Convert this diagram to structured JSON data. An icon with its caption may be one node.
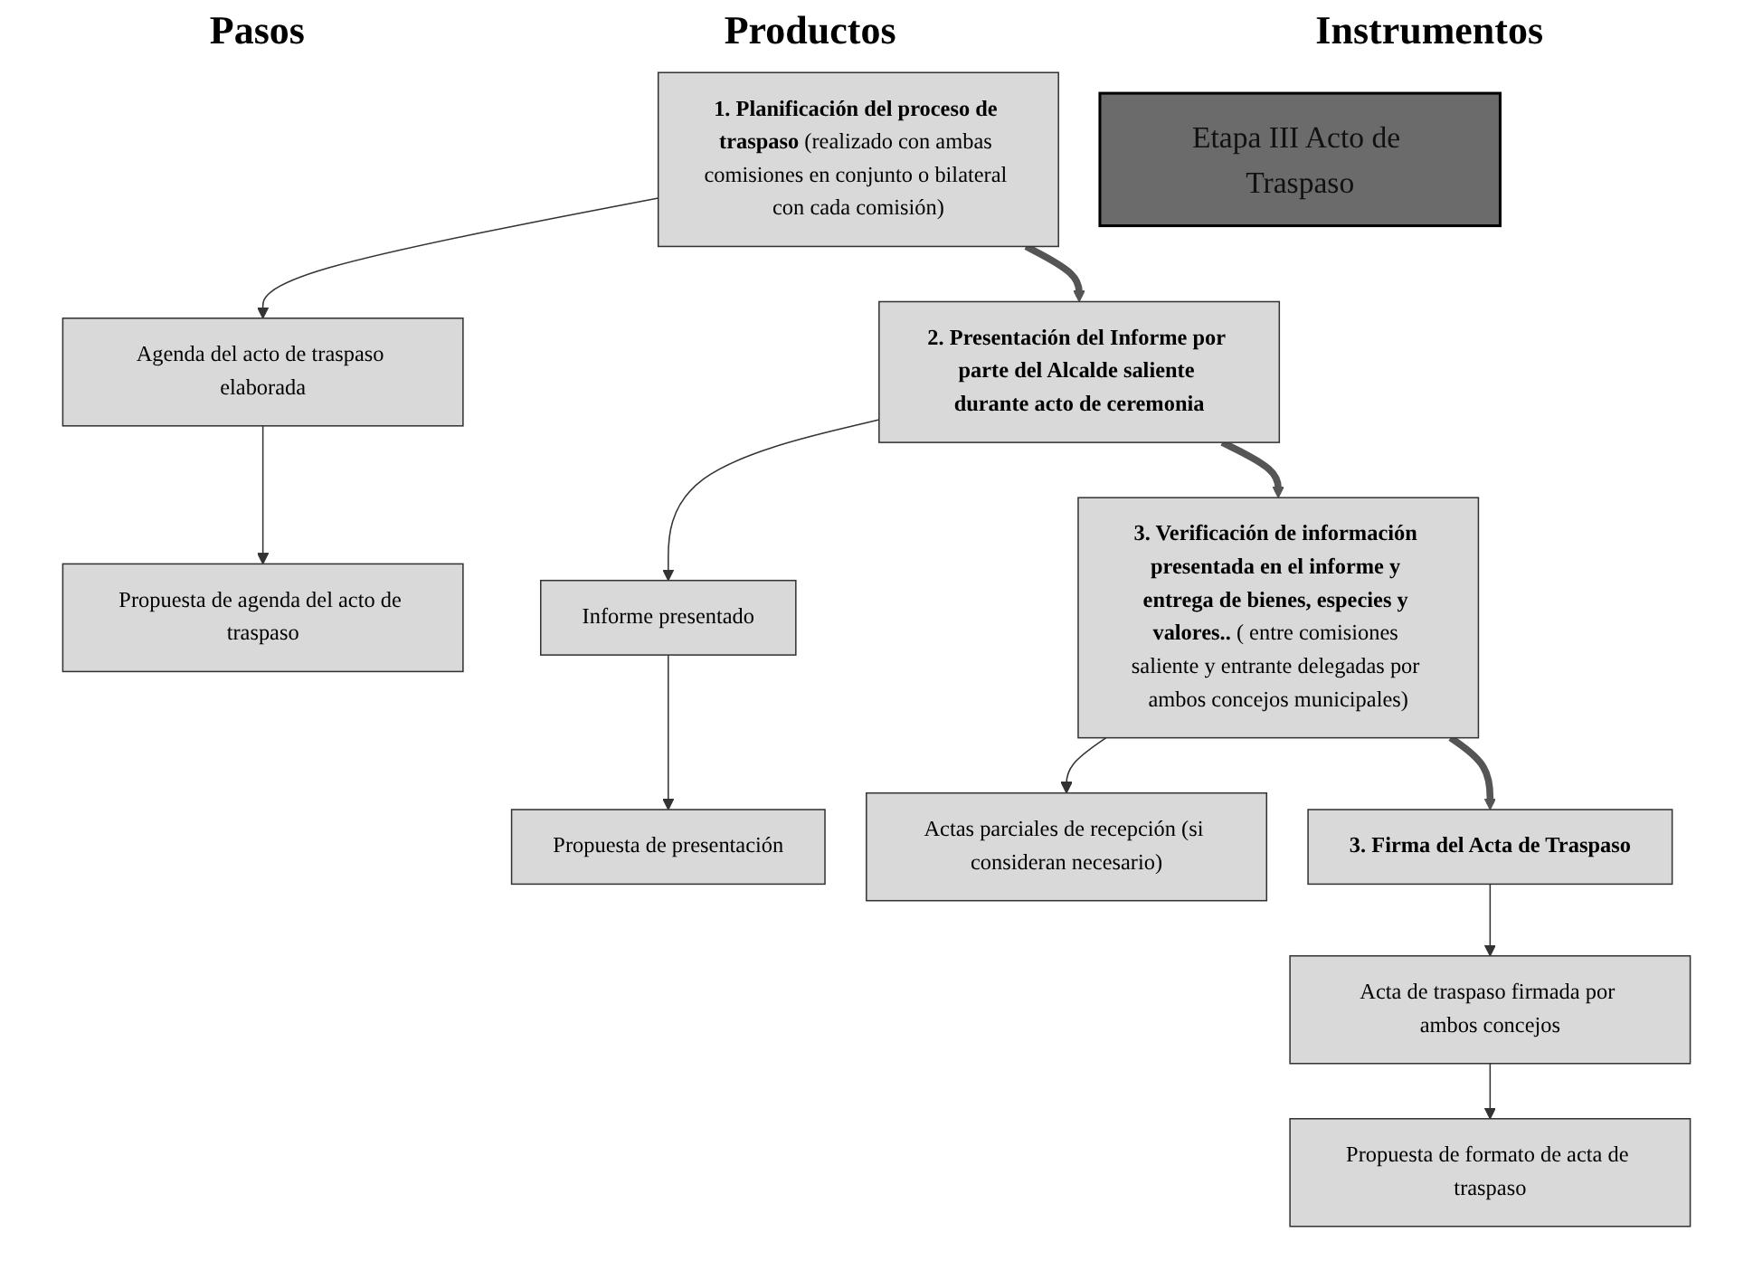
{
  "diagram": {
    "nodes": [
      {
        "text": [
          "Etapa III Acto de Traspaso"
        ]
      },
      {
        "text": [
          "**1. Planificación del proceso de traspaso** (realizado con ambas comisiones en conjunto o bilateral con cada comisión)"
        ]
      },
      {
        "text": [
          "Agenda del acto de traspaso elaborada"
        ]
      },
      {
        "text": [
          "Propuesta de agenda del acto de traspaso"
        ]
      },
      {
        "text": [
          "2. Presentación del Informe por parte del Alcalde saliente durante acto de ceremonia"
        ]
      },
      {
        "text": [
          "Informe presentado"
        ]
      },
      {
        "text": [
          "Propuesta de presentación"
        ]
      },
      {
        "text": [
          "**3. Verificación de información presentada en el informe y entrega de bienes, especies y valores..** ( entre comisiones saliente y entrante delegadas por ambos concejos municipales)"
        ]
      },
      {
        "text": [
          "Actas parciales de recepción (si consideran necesario)"
        ]
      },
      {
        "text": [
          "3. Firma del Acta de Traspaso"
        ]
      },
      {
        "text": [
          "Acta de traspaso firmada por ambos concejos"
        ]
      },
      {
        "text": [
          "Propuesta de formato de acta de traspaso"
        ]
      }
    ],
    "edges": [
      {
        "from": 1,
        "to": 2,
        "arrow": "to"
      },
      {
        "from": 2,
        "to": 3,
        "arrow": "to"
      },
      {
        "from": 1,
        "to": 4,
        "arrow": "to",
        "style": "thick"
      },
      {
        "from": 4,
        "to": 5,
        "arrow": "to"
      },
      {
        "from": 5,
        "to": 6,
        "arrow": "to"
      },
      {
        "from": 4,
        "to": 7,
        "arrow": "to",
        "style": "thick"
      },
      {
        "from": 7,
        "to": 8,
        "arrow": "to"
      },
      {
        "from": 7,
        "to": 9,
        "arrow": "to",
        "style": "thick"
      },
      {
        "from": 9,
        "to": 10,
        "arrow": "to"
      },
      {
        "from": 10,
        "to": 11,
        "arrow": "to"
      }
    ],
    "labels": [
      "Pasos",
      "Productos",
      "Instrumentos"
    ]
  }
}
